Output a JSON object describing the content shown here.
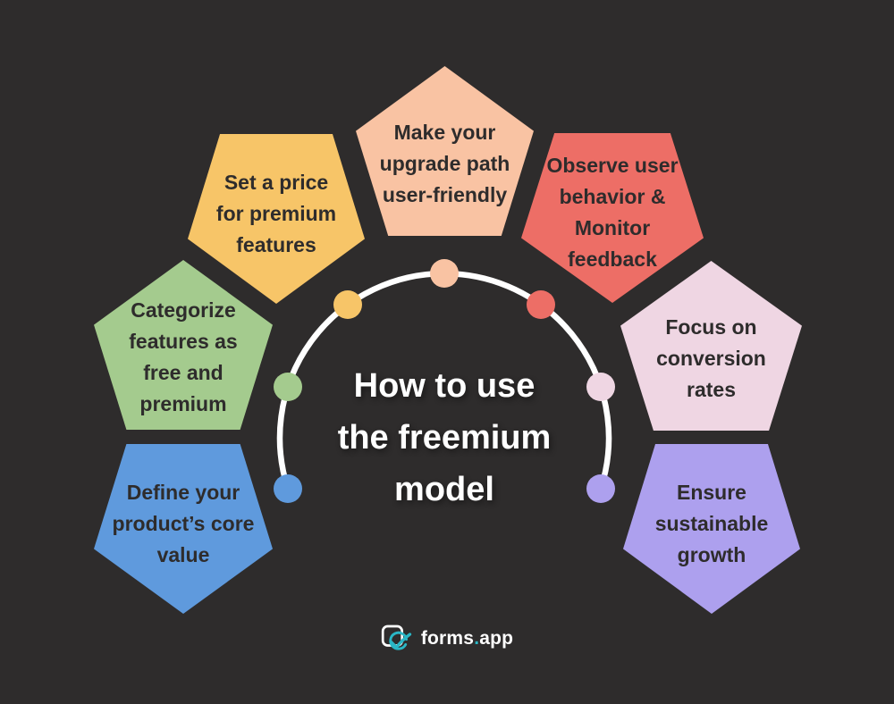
{
  "background_color": "#2e2c2c",
  "title": {
    "text": "How to use\nthe freemium\nmodel",
    "color": "#ffffff"
  },
  "arc": {
    "stroke_color": "#ffffff"
  },
  "steps": [
    {
      "name": "define-core-value",
      "label": "Define your\nproduct’s core\nvalue",
      "color": "#5f9add"
    },
    {
      "name": "categorize-features",
      "label": "Categorize\nfeatures as\nfree and\npremium",
      "color": "#a4cb8e"
    },
    {
      "name": "set-premium-price",
      "label": "Set a price\nfor premium\nfeatures",
      "color": "#f7c568"
    },
    {
      "name": "upgrade-path",
      "label": "Make your\nupgrade path\nuser-friendly",
      "color": "#f9c3a3"
    },
    {
      "name": "observe-behavior",
      "label": "Observe user\nbehavior &\nMonitor\nfeedback",
      "color": "#ed6e66"
    },
    {
      "name": "conversion-rates",
      "label": "Focus on\nconversion\nrates",
      "color": "#efd6e3"
    },
    {
      "name": "sustainable-growth",
      "label": "Ensure\nsustainable\ngrowth",
      "color": "#ada0ee"
    }
  ],
  "logo": {
    "brand": "forms",
    "separator": ".",
    "suffix": "app",
    "text_color": "#ffffff",
    "accent_color": "#2ab6c5"
  }
}
